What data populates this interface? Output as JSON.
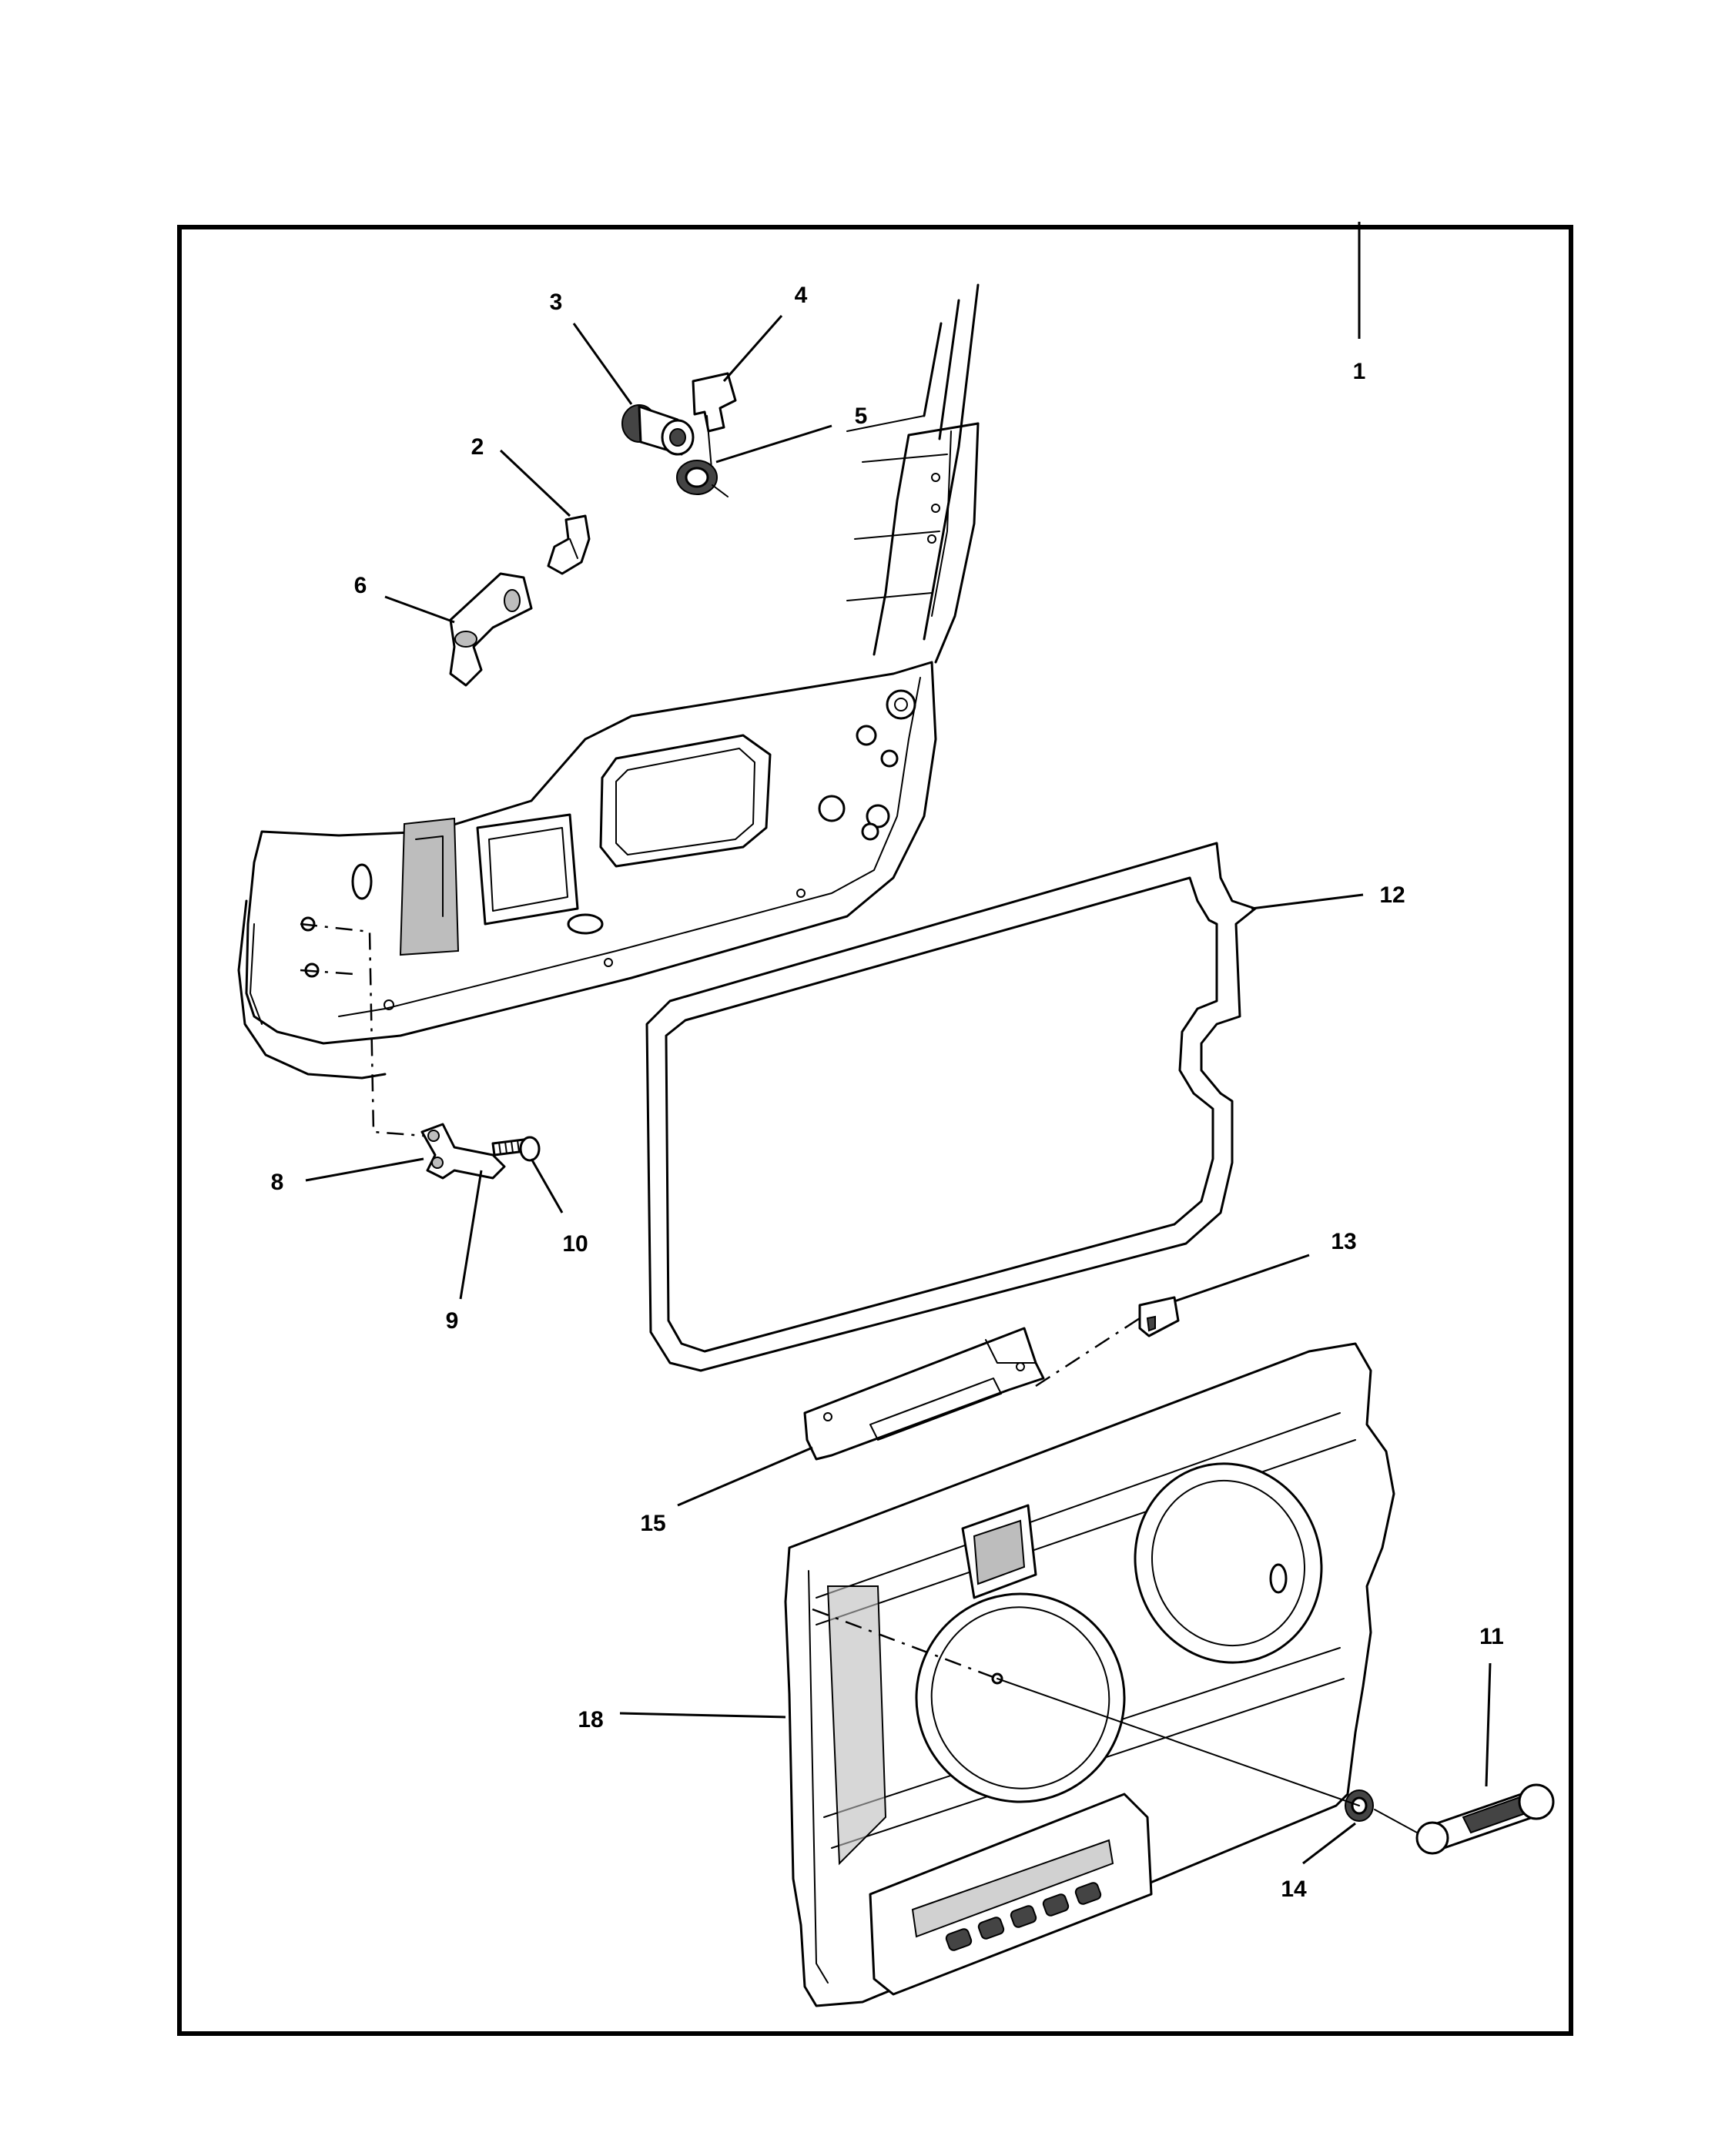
{
  "callouts": [
    {
      "id": "1",
      "label": "1"
    },
    {
      "id": "2",
      "label": "2"
    },
    {
      "id": "3",
      "label": "3"
    },
    {
      "id": "4",
      "label": "4"
    },
    {
      "id": "5",
      "label": "5"
    },
    {
      "id": "6",
      "label": "6"
    },
    {
      "id": "8",
      "label": "8"
    },
    {
      "id": "9",
      "label": "9"
    },
    {
      "id": "10",
      "label": "10"
    },
    {
      "id": "11",
      "label": "11"
    },
    {
      "id": "12",
      "label": "12"
    },
    {
      "id": "13",
      "label": "13"
    },
    {
      "id": "14",
      "label": "14"
    },
    {
      "id": "15",
      "label": "15"
    },
    {
      "id": "18",
      "label": "18"
    }
  ]
}
